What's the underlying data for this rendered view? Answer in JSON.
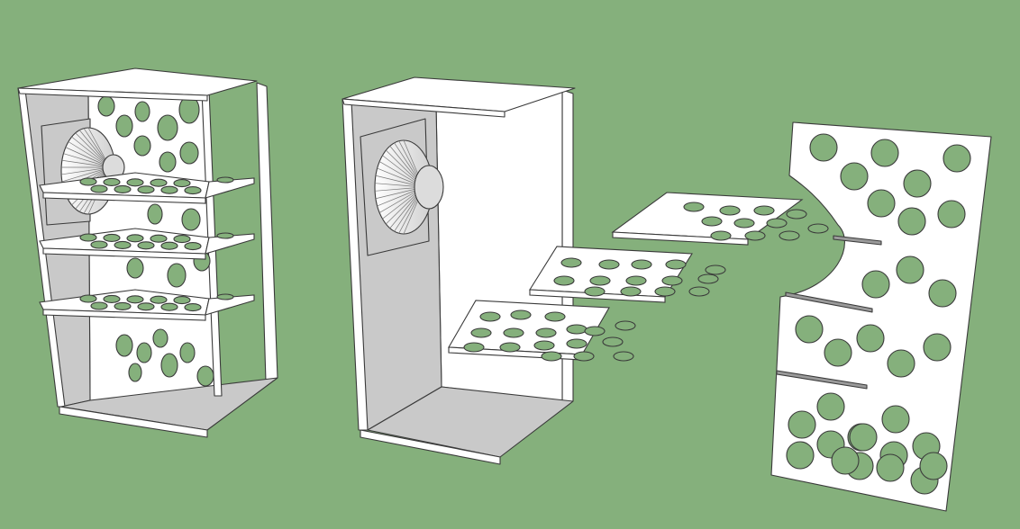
{
  "scene": {
    "background_color": "#85b07c",
    "panel_color": "#ffffff",
    "shade_color": "#c9c9c9",
    "dark_shade_color": "#aaaaaa",
    "hole_color": "#85b07c",
    "edge_color": "#3a3a3a",
    "models": [
      {
        "name": "assembled-speaker-cabinet-with-baffles",
        "shelf_count": 3,
        "has_speaker_driver": true
      },
      {
        "name": "open-cabinet-with-exploded-baffles",
        "shelf_count": 3,
        "has_speaker_driver": true
      },
      {
        "name": "perforated-divider-panel",
        "hole_count": 30
      }
    ]
  }
}
